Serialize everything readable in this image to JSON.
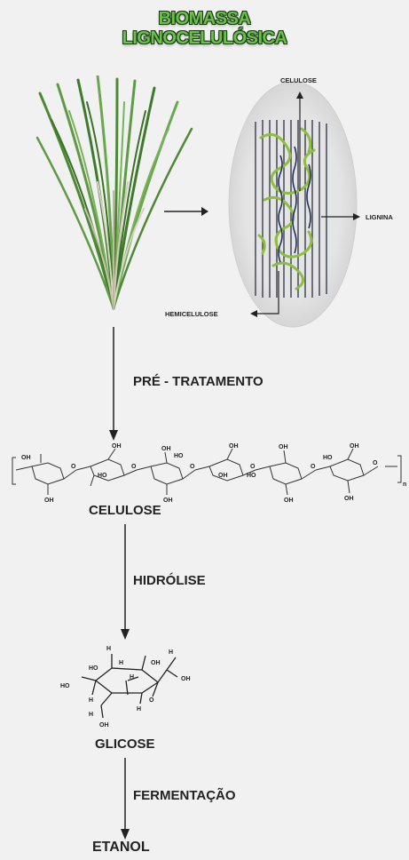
{
  "title": {
    "line1": "BIOMASSA",
    "line2": "LIGNOCELULÓSICA"
  },
  "structure": {
    "celulose": "CELULOSE",
    "lignina": "LIGNINA",
    "hemicelulose": "HEMICELULOSE"
  },
  "steps": {
    "pretratamento": "PRÉ - TRATAMENTO",
    "celulose": "CELULOSE",
    "hidrolise": "HIDRÓLISE",
    "glicose": "GLICOSE",
    "fermentacao": "FERMENTAÇÃO",
    "etanol": "ETANOL"
  },
  "chem": {
    "oh": "OH",
    "ho": "HO",
    "h": "H",
    "o": "O",
    "n": "n"
  },
  "colors": {
    "title_fill": "#69c14a",
    "plant": "#5f9a45",
    "fiber_green": "#8cbf3f",
    "fiber_lines": "#2b3045"
  }
}
